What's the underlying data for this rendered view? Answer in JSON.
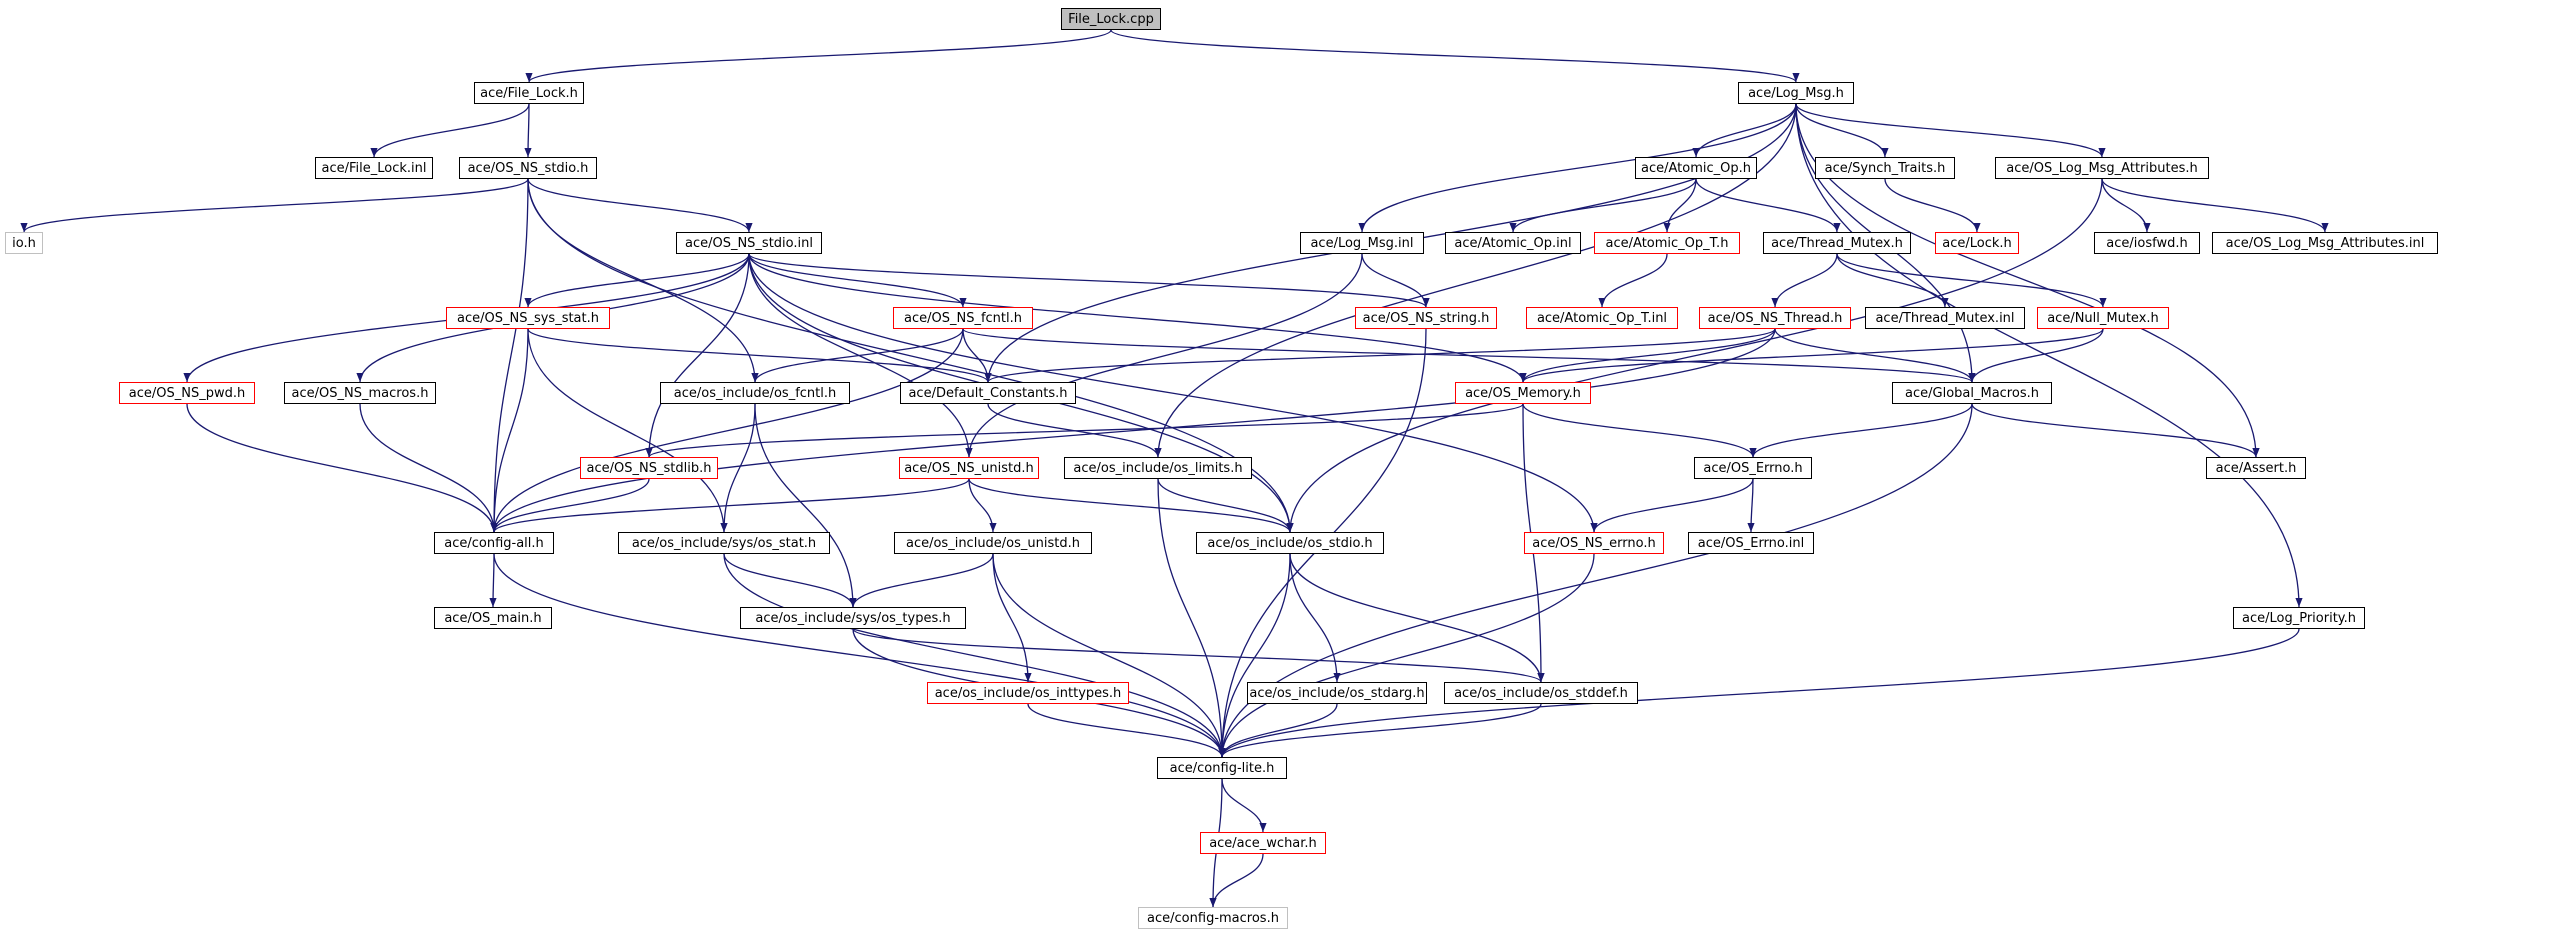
{
  "diagram": {
    "colors": {
      "edge": "#191970",
      "border": "#000000",
      "border_missing_doc": "#ff0000",
      "border_external": "#c0c0c0",
      "root_fill": "#bfbfbf"
    },
    "nodes": [
      {
        "id": "n_file_lock_cpp",
        "label": "File_Lock.cpp",
        "style": "root"
      },
      {
        "id": "n_file_lock_h",
        "label": "ace/File_Lock.h",
        "style": "normal"
      },
      {
        "id": "n_log_msg_h",
        "label": "ace/Log_Msg.h",
        "style": "normal"
      },
      {
        "id": "n_file_lock_inl",
        "label": "ace/File_Lock.inl",
        "style": "normal"
      },
      {
        "id": "n_os_ns_stdio_h",
        "label": "ace/OS_NS_stdio.h",
        "style": "normal"
      },
      {
        "id": "n_atomic_op_h",
        "label": "ace/Atomic_Op.h",
        "style": "normal"
      },
      {
        "id": "n_synch_traits_h",
        "label": "ace/Synch_Traits.h",
        "style": "normal"
      },
      {
        "id": "n_os_log_msg_attr_h",
        "label": "ace/OS_Log_Msg_Attributes.h",
        "style": "normal"
      },
      {
        "id": "n_io_h",
        "label": "io.h",
        "style": "grey"
      },
      {
        "id": "n_os_ns_stdio_inl",
        "label": "ace/OS_NS_stdio.inl",
        "style": "normal"
      },
      {
        "id": "n_log_msg_inl",
        "label": "ace/Log_Msg.inl",
        "style": "normal"
      },
      {
        "id": "n_atomic_op_inl",
        "label": "ace/Atomic_Op.inl",
        "style": "normal"
      },
      {
        "id": "n_atomic_op_t_h",
        "label": "ace/Atomic_Op_T.h",
        "style": "red"
      },
      {
        "id": "n_thread_mutex_h",
        "label": "ace/Thread_Mutex.h",
        "style": "normal"
      },
      {
        "id": "n_lock_h",
        "label": "ace/Lock.h",
        "style": "red"
      },
      {
        "id": "n_iosfwd_h",
        "label": "ace/iosfwd.h",
        "style": "normal"
      },
      {
        "id": "n_os_log_msg_attr_inl",
        "label": "ace/OS_Log_Msg_Attributes.inl",
        "style": "normal"
      },
      {
        "id": "n_os_ns_sys_stat_h",
        "label": "ace/OS_NS_sys_stat.h",
        "style": "red"
      },
      {
        "id": "n_os_ns_fcntl_h",
        "label": "ace/OS_NS_fcntl.h",
        "style": "red"
      },
      {
        "id": "n_os_ns_string_h",
        "label": "ace/OS_NS_string.h",
        "style": "red"
      },
      {
        "id": "n_atomic_op_t_inl",
        "label": "ace/Atomic_Op_T.inl",
        "style": "red"
      },
      {
        "id": "n_os_ns_thread_h",
        "label": "ace/OS_NS_Thread.h",
        "style": "red"
      },
      {
        "id": "n_thread_mutex_inl",
        "label": "ace/Thread_Mutex.inl",
        "style": "normal"
      },
      {
        "id": "n_null_mutex_h",
        "label": "ace/Null_Mutex.h",
        "style": "red"
      },
      {
        "id": "n_os_ns_pwd_h",
        "label": "ace/OS_NS_pwd.h",
        "style": "red"
      },
      {
        "id": "n_os_ns_macros_h",
        "label": "ace/OS_NS_macros.h",
        "style": "normal"
      },
      {
        "id": "n_os_include_os_fcntl_h",
        "label": "ace/os_include/os_fcntl.h",
        "style": "normal"
      },
      {
        "id": "n_default_constants_h",
        "label": "ace/Default_Constants.h",
        "style": "normal"
      },
      {
        "id": "n_os_memory_h",
        "label": "ace/OS_Memory.h",
        "style": "red"
      },
      {
        "id": "n_global_macros_h",
        "label": "ace/Global_Macros.h",
        "style": "normal"
      },
      {
        "id": "n_os_ns_stdlib_h",
        "label": "ace/OS_NS_stdlib.h",
        "style": "red"
      },
      {
        "id": "n_os_ns_unistd_h",
        "label": "ace/OS_NS_unistd.h",
        "style": "red"
      },
      {
        "id": "n_os_include_os_limits_h",
        "label": "ace/os_include/os_limits.h",
        "style": "normal"
      },
      {
        "id": "n_os_errno_h",
        "label": "ace/OS_Errno.h",
        "style": "normal"
      },
      {
        "id": "n_assert_h",
        "label": "ace/Assert.h",
        "style": "normal"
      },
      {
        "id": "n_config_all_h",
        "label": "ace/config-all.h",
        "style": "normal"
      },
      {
        "id": "n_os_include_sys_os_stat_h",
        "label": "ace/os_include/sys/os_stat.h",
        "style": "normal"
      },
      {
        "id": "n_os_include_os_unistd_h",
        "label": "ace/os_include/os_unistd.h",
        "style": "normal"
      },
      {
        "id": "n_os_include_os_stdio_h",
        "label": "ace/os_include/os_stdio.h",
        "style": "normal"
      },
      {
        "id": "n_os_ns_errno_h",
        "label": "ace/OS_NS_errno.h",
        "style": "red"
      },
      {
        "id": "n_os_errno_inl",
        "label": "ace/OS_Errno.inl",
        "style": "normal"
      },
      {
        "id": "n_os_main_h",
        "label": "ace/OS_main.h",
        "style": "normal"
      },
      {
        "id": "n_os_include_sys_os_types_h",
        "label": "ace/os_include/sys/os_types.h",
        "style": "normal"
      },
      {
        "id": "n_log_priority_h",
        "label": "ace/Log_Priority.h",
        "style": "normal"
      },
      {
        "id": "n_os_include_os_inttypes_h",
        "label": "ace/os_include/os_inttypes.h",
        "style": "red"
      },
      {
        "id": "n_os_include_os_stdarg_h",
        "label": "ace/os_include/os_stdarg.h",
        "style": "normal"
      },
      {
        "id": "n_os_include_os_stddef_h",
        "label": "ace/os_include/os_stddef.h",
        "style": "normal"
      },
      {
        "id": "n_config_lite_h",
        "label": "ace/config-lite.h",
        "style": "normal"
      },
      {
        "id": "n_ace_wchar_h",
        "label": "ace/ace_wchar.h",
        "style": "red"
      },
      {
        "id": "n_config_macros_h",
        "label": "ace/config-macros.h",
        "style": "grey"
      }
    ],
    "edges": [
      [
        "n_file_lock_cpp",
        "n_file_lock_h"
      ],
      [
        "n_file_lock_cpp",
        "n_log_msg_h"
      ],
      [
        "n_file_lock_h",
        "n_file_lock_inl"
      ],
      [
        "n_file_lock_h",
        "n_os_ns_stdio_h"
      ],
      [
        "n_os_ns_stdio_h",
        "n_io_h"
      ],
      [
        "n_os_ns_stdio_h",
        "n_os_ns_stdio_inl"
      ],
      [
        "n_os_ns_stdio_h",
        "n_config_all_h"
      ],
      [
        "n_os_ns_stdio_h",
        "n_os_include_os_fcntl_h"
      ],
      [
        "n_os_ns_stdio_h",
        "n_os_include_os_stdio_h"
      ],
      [
        "n_os_ns_stdio_inl",
        "n_os_ns_pwd_h"
      ],
      [
        "n_os_ns_stdio_inl",
        "n_os_ns_macros_h"
      ],
      [
        "n_os_ns_stdio_inl",
        "n_os_ns_sys_stat_h"
      ],
      [
        "n_os_ns_stdio_inl",
        "n_os_ns_stdlib_h"
      ],
      [
        "n_os_ns_stdio_inl",
        "n_os_ns_unistd_h"
      ],
      [
        "n_os_ns_stdio_inl",
        "n_os_ns_fcntl_h"
      ],
      [
        "n_os_ns_stdio_inl",
        "n_os_ns_string_h"
      ],
      [
        "n_os_ns_stdio_inl",
        "n_os_memory_h"
      ],
      [
        "n_os_ns_stdio_inl",
        "n_os_ns_errno_h"
      ],
      [
        "n_os_ns_stdio_inl",
        "n_os_include_os_stdio_h"
      ],
      [
        "n_log_msg_h",
        "n_log_msg_inl"
      ],
      [
        "n_log_msg_h",
        "n_atomic_op_h"
      ],
      [
        "n_log_msg_h",
        "n_synch_traits_h"
      ],
      [
        "n_log_msg_h",
        "n_os_log_msg_attr_h"
      ],
      [
        "n_log_msg_h",
        "n_default_constants_h"
      ],
      [
        "n_log_msg_h",
        "n_os_include_os_limits_h"
      ],
      [
        "n_log_msg_h",
        "n_global_macros_h"
      ],
      [
        "n_log_msg_h",
        "n_assert_h"
      ],
      [
        "n_log_msg_h",
        "n_log_priority_h"
      ],
      [
        "n_log_msg_inl",
        "n_os_ns_string_h"
      ],
      [
        "n_log_msg_inl",
        "n_os_ns_unistd_h"
      ],
      [
        "n_atomic_op_h",
        "n_atomic_op_inl"
      ],
      [
        "n_atomic_op_h",
        "n_atomic_op_t_h"
      ],
      [
        "n_atomic_op_h",
        "n_thread_mutex_h"
      ],
      [
        "n_atomic_op_t_h",
        "n_atomic_op_t_inl"
      ],
      [
        "n_synch_traits_h",
        "n_lock_h"
      ],
      [
        "n_os_log_msg_attr_h",
        "n_iosfwd_h"
      ],
      [
        "n_os_log_msg_attr_h",
        "n_os_log_msg_attr_inl"
      ],
      [
        "n_os_log_msg_attr_h",
        "n_os_include_os_stdio_h"
      ],
      [
        "n_thread_mutex_h",
        "n_os_ns_thread_h"
      ],
      [
        "n_thread_mutex_h",
        "n_thread_mutex_inl"
      ],
      [
        "n_thread_mutex_h",
        "n_null_mutex_h"
      ],
      [
        "n_null_mutex_h",
        "n_global_macros_h"
      ],
      [
        "n_null_mutex_h",
        "n_os_memory_h"
      ],
      [
        "n_os_ns_thread_h",
        "n_default_constants_h"
      ],
      [
        "n_os_ns_thread_h",
        "n_os_memory_h"
      ],
      [
        "n_os_ns_thread_h",
        "n_global_macros_h"
      ],
      [
        "n_os_ns_thread_h",
        "n_config_all_h"
      ],
      [
        "n_os_ns_sys_stat_h",
        "n_default_constants_h"
      ],
      [
        "n_os_ns_sys_stat_h",
        "n_config_all_h"
      ],
      [
        "n_os_ns_sys_stat_h",
        "n_os_include_sys_os_stat_h"
      ],
      [
        "n_os_ns_fcntl_h",
        "n_default_constants_h"
      ],
      [
        "n_os_ns_fcntl_h",
        "n_os_include_os_fcntl_h"
      ],
      [
        "n_os_ns_fcntl_h",
        "n_config_all_h"
      ],
      [
        "n_os_ns_fcntl_h",
        "n_global_macros_h"
      ],
      [
        "n_os_ns_string_h",
        "n_config_lite_h"
      ],
      [
        "n_os_ns_pwd_h",
        "n_config_all_h"
      ],
      [
        "n_os_ns_macros_h",
        "n_config_all_h"
      ],
      [
        "n_os_include_os_fcntl_h",
        "n_os_include_sys_os_stat_h"
      ],
      [
        "n_os_include_os_fcntl_h",
        "n_os_include_sys_os_types_h"
      ],
      [
        "n_default_constants_h",
        "n_os_include_os_limits_h"
      ],
      [
        "n_os_memory_h",
        "n_os_errno_h"
      ],
      [
        "n_os_memory_h",
        "n_os_ns_stdlib_h"
      ],
      [
        "n_os_memory_h",
        "n_os_include_os_stddef_h"
      ],
      [
        "n_global_macros_h",
        "n_os_errno_h"
      ],
      [
        "n_global_macros_h",
        "n_assert_h"
      ],
      [
        "n_global_macros_h",
        "n_config_lite_h"
      ],
      [
        "n_os_ns_stdlib_h",
        "n_config_all_h"
      ],
      [
        "n_os_ns_unistd_h",
        "n_config_all_h"
      ],
      [
        "n_os_ns_unistd_h",
        "n_os_include_os_unistd_h"
      ],
      [
        "n_os_ns_unistd_h",
        "n_os_include_os_stdio_h"
      ],
      [
        "n_os_include_os_limits_h",
        "n_os_include_os_stdio_h"
      ],
      [
        "n_os_include_os_limits_h",
        "n_config_lite_h"
      ],
      [
        "n_os_errno_h",
        "n_os_ns_errno_h"
      ],
      [
        "n_os_errno_h",
        "n_os_errno_inl"
      ],
      [
        "n_config_all_h",
        "n_os_main_h"
      ],
      [
        "n_config_all_h",
        "n_config_lite_h"
      ],
      [
        "n_os_include_sys_os_stat_h",
        "n_os_include_sys_os_types_h"
      ],
      [
        "n_os_include_sys_os_stat_h",
        "n_config_lite_h"
      ],
      [
        "n_os_include_os_unistd_h",
        "n_os_include_sys_os_types_h"
      ],
      [
        "n_os_include_os_unistd_h",
        "n_os_include_os_inttypes_h"
      ],
      [
        "n_os_include_os_unistd_h",
        "n_config_lite_h"
      ],
      [
        "n_os_include_os_stdio_h",
        "n_os_include_os_stdarg_h"
      ],
      [
        "n_os_include_os_stdio_h",
        "n_os_include_os_stddef_h"
      ],
      [
        "n_os_include_os_stdio_h",
        "n_config_lite_h"
      ],
      [
        "n_os_ns_errno_h",
        "n_config_lite_h"
      ],
      [
        "n_os_include_sys_os_types_h",
        "n_os_include_os_stddef_h"
      ],
      [
        "n_os_include_sys_os_types_h",
        "n_config_lite_h"
      ],
      [
        "n_log_priority_h",
        "n_config_lite_h"
      ],
      [
        "n_os_include_os_inttypes_h",
        "n_config_lite_h"
      ],
      [
        "n_os_include_os_stdarg_h",
        "n_config_lite_h"
      ],
      [
        "n_os_include_os_stddef_h",
        "n_config_lite_h"
      ],
      [
        "n_config_lite_h",
        "n_ace_wchar_h"
      ],
      [
        "n_config_lite_h",
        "n_config_macros_h"
      ],
      [
        "n_ace_wchar_h",
        "n_config_macros_h"
      ]
    ]
  }
}
